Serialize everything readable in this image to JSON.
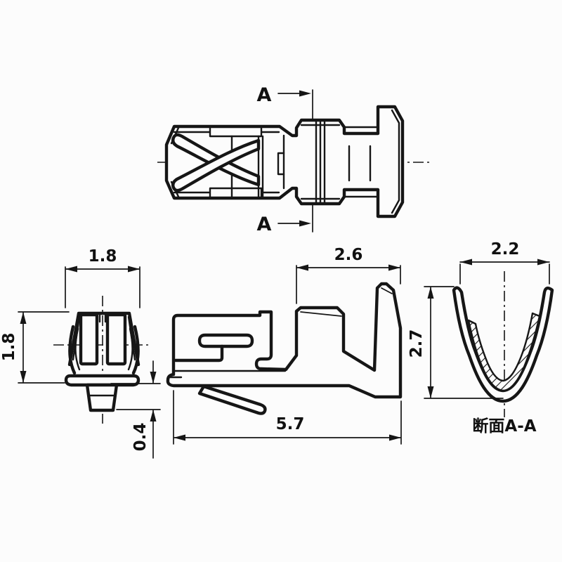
{
  "canvas": {
    "background": "#fcfcfc",
    "line_color": "#161616"
  },
  "top_view": {
    "section_marker_top": "A",
    "section_marker_bottom": "A"
  },
  "front_view": {
    "dim_width": "1.8",
    "dim_height": "1.8",
    "dim_tab_height": "0.4"
  },
  "side_view": {
    "dim_barrel_span": "2.6",
    "dim_overall_length": "5.7"
  },
  "section_view": {
    "dim_width": "2.2",
    "dim_depth": "2.7",
    "caption": "断面A-A"
  }
}
